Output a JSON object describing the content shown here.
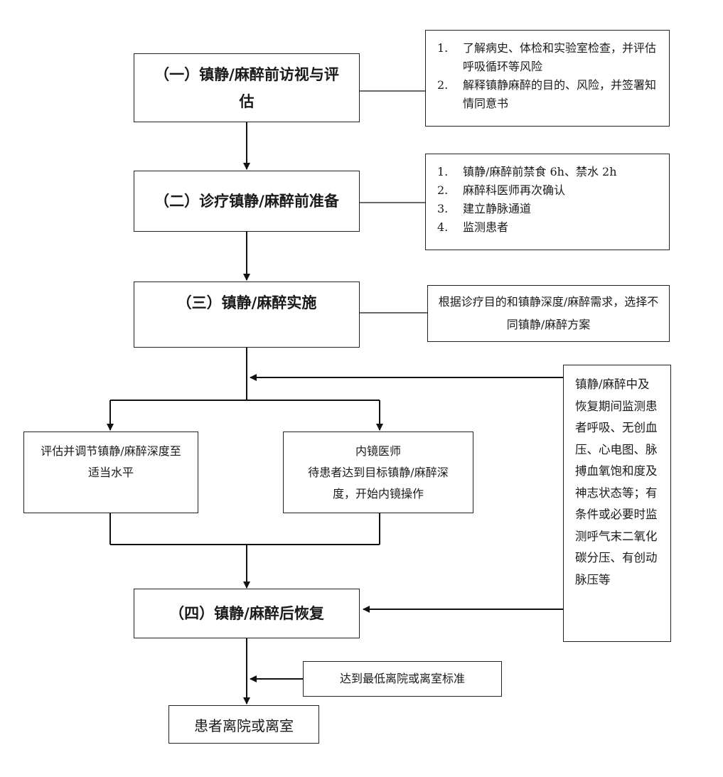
{
  "steps": {
    "step1": "（一）镇静/麻醉前访视与评估",
    "step2": "（二）诊疗镇静/麻醉前准备",
    "step3": "（三）镇静/麻醉实施",
    "step4": "（四）镇静/麻醉后恢复",
    "final": "患者离院或离室"
  },
  "notes1": [
    {
      "num": "1.",
      "text": "了解病史、体检和实验室检查，并评估呼吸循环等风险"
    },
    {
      "num": "2.",
      "text": "解释镇静麻醉的目的、风险，并签署知情同意书"
    }
  ],
  "notes2": [
    {
      "num": "1.",
      "text": "镇静/麻醉前禁食 6h、禁水 2h"
    },
    {
      "num": "2.",
      "text": "麻醉科医师再次确认"
    },
    {
      "num": "3.",
      "text": "建立静脉通道"
    },
    {
      "num": "4.",
      "text": "监测患者"
    }
  ],
  "notes3": "根据诊疗目的和镇静深度/麻醉需求，选择不同镇静/麻醉方案",
  "branch_left": "评估并调节镇静/麻醉深度至适当水平",
  "branch_right": {
    "title": "内镜医师",
    "text": "待患者达到目标镇静/麻醉深度，开始内镜操作"
  },
  "monitor": "镇静/麻醉中及恢复期间监测患者呼吸、无创血压、心电图、脉搏血氧饱和度及神志状态等；有条件或必要时监测呼气末二氧化碳分压、有创动脉压等",
  "discharge": "达到最低离院或离室标准"
}
